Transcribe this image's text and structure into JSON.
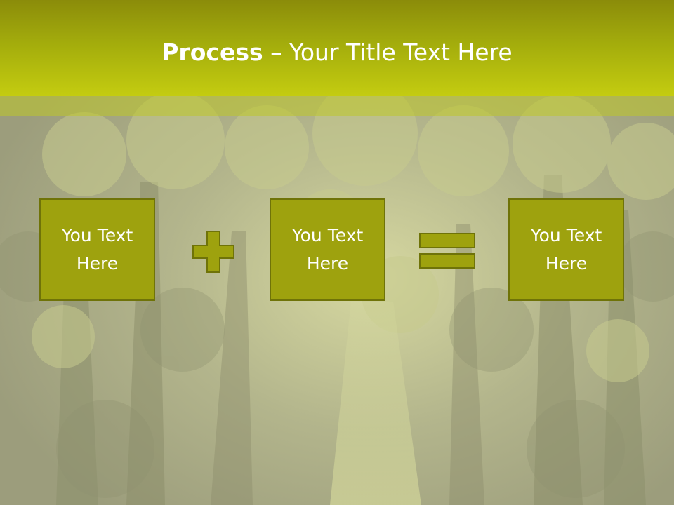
{
  "slide": {
    "title_bold": "Process",
    "title_rest": " – Your Title Text Here",
    "boxes": [
      {
        "label": "You Text\nHere"
      },
      {
        "label": "You Text\nHere"
      },
      {
        "label": "You Text\nHere"
      }
    ],
    "operators": [
      {
        "icon": "plus-icon"
      },
      {
        "icon": "equals-icon"
      }
    ],
    "colors": {
      "title_bar": "#a3ac0c",
      "box_fill": "#9ea20e",
      "box_border": "#6f7308",
      "text": "#ffffff"
    }
  }
}
